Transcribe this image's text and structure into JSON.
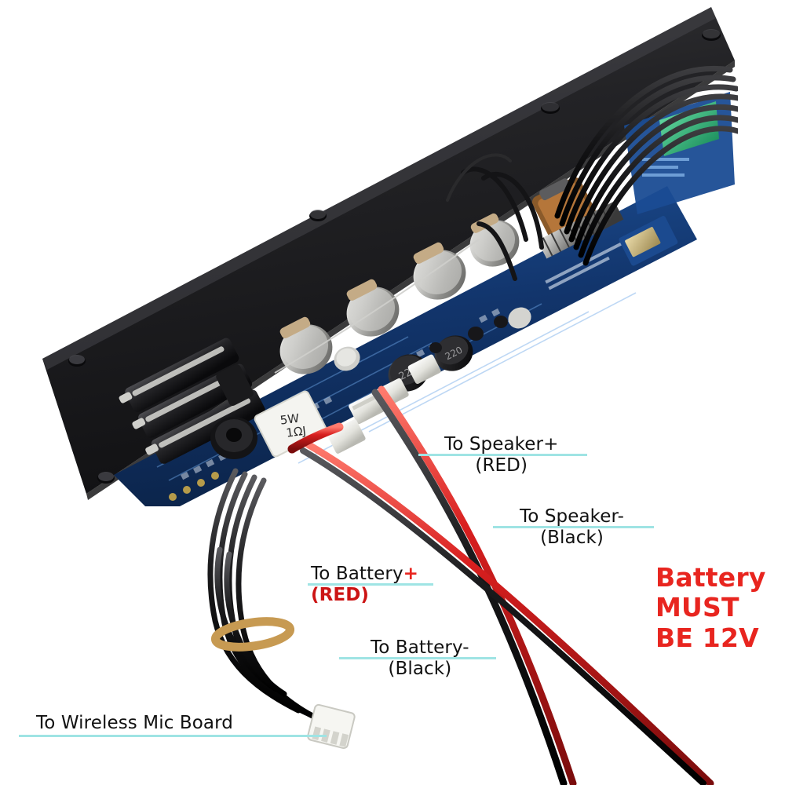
{
  "image": {
    "type": "product-photo",
    "subject": "12V bluetooth karaoke amplifier board with black aluminum faceplate",
    "background_color": "#ffffff"
  },
  "palette": {
    "underline": "#9fe4e4",
    "label_text": "#111111",
    "warning_red": "#e8251f",
    "pcb_blue": "#123a77",
    "faceplate_black": "#1e1e20",
    "wire_red": "#d62222",
    "wire_black": "#111111",
    "connector_white": "#f2f2ee",
    "cable_tie_tan": "#c79a52"
  },
  "annotations": [
    {
      "id": "speaker-plus",
      "line1": "To Speaker+",
      "line2": "(RED)",
      "line2_color": "black",
      "plus_colored": false
    },
    {
      "id": "speaker-minus",
      "line1": "To Speaker-",
      "line2": "(Black)",
      "line2_color": "black",
      "plus_colored": false
    },
    {
      "id": "battery-plus",
      "line1_prefix": "To Battery",
      "line1_plus": "+",
      "line2": "(RED)",
      "line2_color": "red",
      "plus_colored": true
    },
    {
      "id": "battery-minus",
      "line1": "To Battery-",
      "line2": "(Black)",
      "line2_color": "black",
      "plus_colored": false
    },
    {
      "id": "wireless-mic",
      "line1": "To Wireless Mic Board",
      "line2": "",
      "line2_color": "black",
      "plus_colored": false
    }
  ],
  "warning": {
    "line1": "Battery",
    "line2": "MUST",
    "line3": "BE 12V"
  },
  "board_markings": {
    "power_resistor": "5W 1ΩJ",
    "capacitor_1": "220",
    "capacitor_2": "220"
  }
}
